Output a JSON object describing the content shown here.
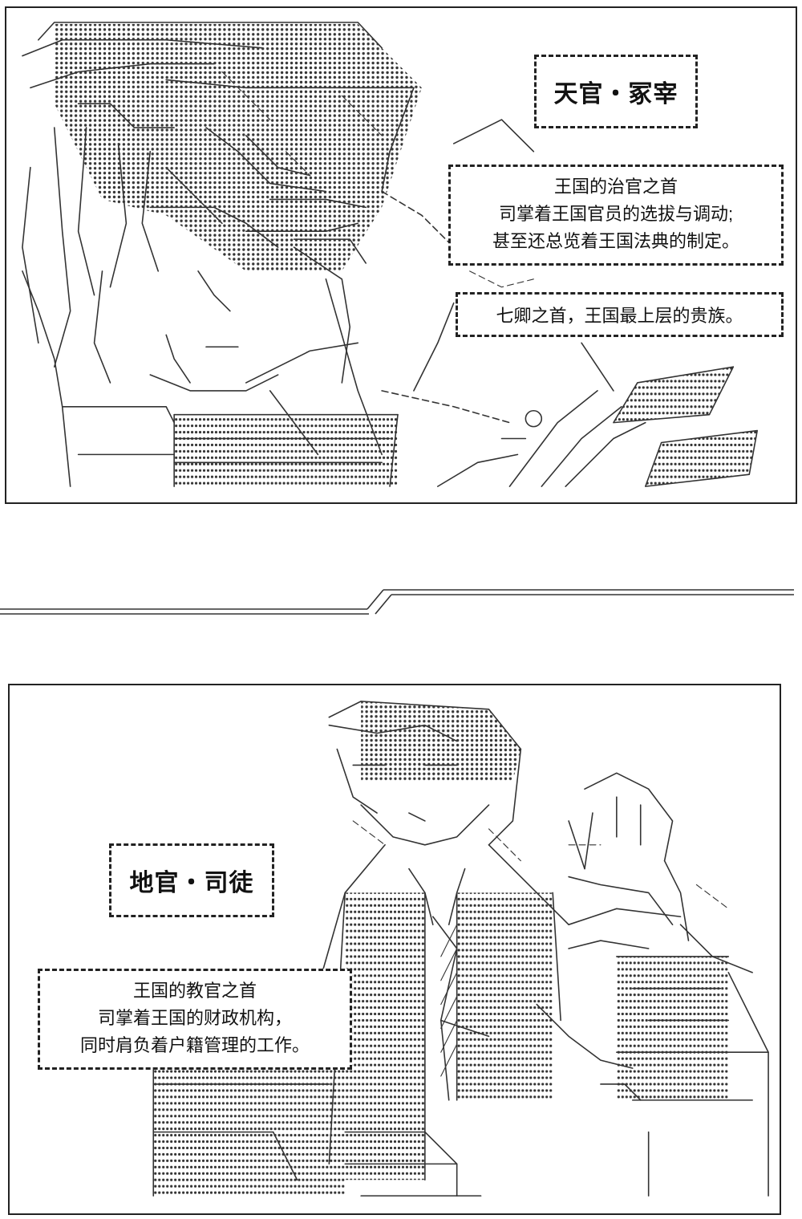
{
  "panels": [
    {
      "title": "天官・冢宰",
      "info_boxes": [
        {
          "lines": [
            "王国的治官之首",
            "司掌着王国官员的选拔与调动;",
            "甚至还总览着王国法典的制定。"
          ]
        },
        {
          "lines": [
            "七卿之首，王国最上层的贵族。"
          ]
        }
      ]
    },
    {
      "title": "地官・司徒",
      "info_boxes": [
        {
          "lines": [
            "王国的教官之首",
            "司掌着王国的财政机构，",
            "同时肩负着户籍管理的工作。"
          ]
        }
      ]
    }
  ]
}
